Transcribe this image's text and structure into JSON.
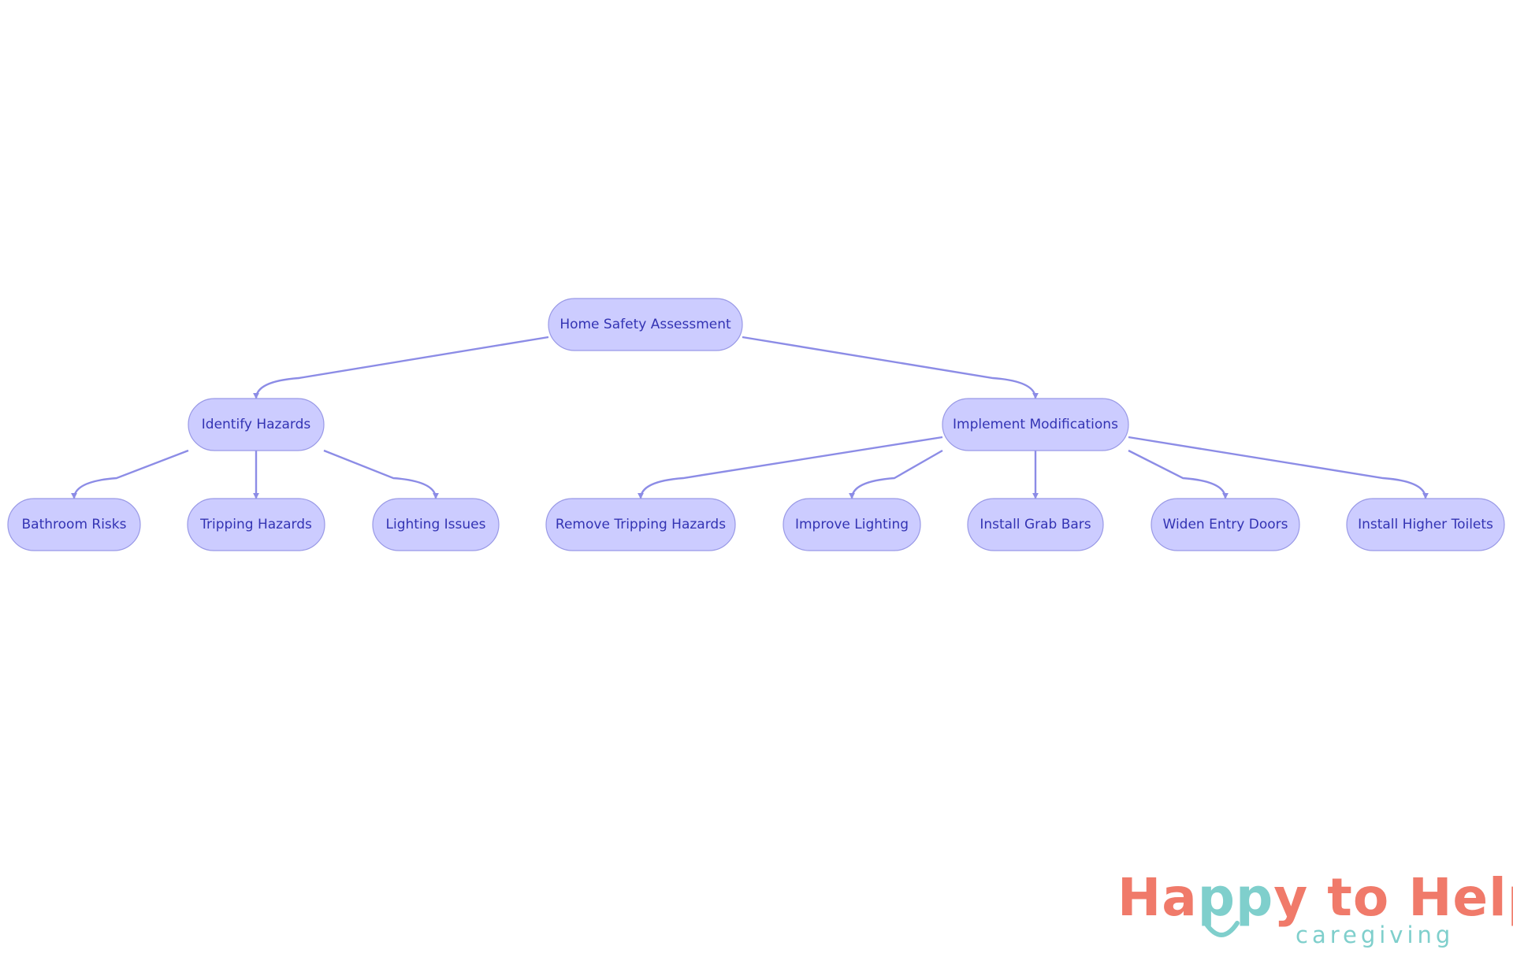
{
  "diagram": {
    "nodes": [
      {
        "id": "root",
        "label": "Home Safety Assessment"
      },
      {
        "id": "identify",
        "label": "Identify Hazards"
      },
      {
        "id": "implement",
        "label": "Implement Modifications"
      },
      {
        "id": "bathroom",
        "label": "Bathroom Risks"
      },
      {
        "id": "tripping",
        "label": "Tripping Hazards"
      },
      {
        "id": "lighting",
        "label": "Lighting Issues"
      },
      {
        "id": "remove",
        "label": "Remove Tripping Hazards"
      },
      {
        "id": "improve",
        "label": "Improve Lighting"
      },
      {
        "id": "grab",
        "label": "Install Grab Bars"
      },
      {
        "id": "widen",
        "label": "Widen Entry Doors"
      },
      {
        "id": "toilets",
        "label": "Install Higher Toilets"
      }
    ],
    "edges": [
      {
        "from": "root",
        "to": "identify"
      },
      {
        "from": "root",
        "to": "implement"
      },
      {
        "from": "identify",
        "to": "bathroom"
      },
      {
        "from": "identify",
        "to": "tripping"
      },
      {
        "from": "identify",
        "to": "lighting"
      },
      {
        "from": "implement",
        "to": "remove"
      },
      {
        "from": "implement",
        "to": "improve"
      },
      {
        "from": "implement",
        "to": "grab"
      },
      {
        "from": "implement",
        "to": "widen"
      },
      {
        "from": "implement",
        "to": "toilets"
      }
    ],
    "colors": {
      "node_fill": "#ccccff",
      "node_stroke": "#9999e6",
      "edge": "#8c8ce6",
      "text": "#3333b3"
    }
  },
  "logo": {
    "word_happy": "Happy",
    "word_to": "to",
    "word_help": "Help",
    "tagline": "caregiving",
    "colors": {
      "coral": "#f07a6a",
      "teal": "#7fcfcc"
    }
  }
}
